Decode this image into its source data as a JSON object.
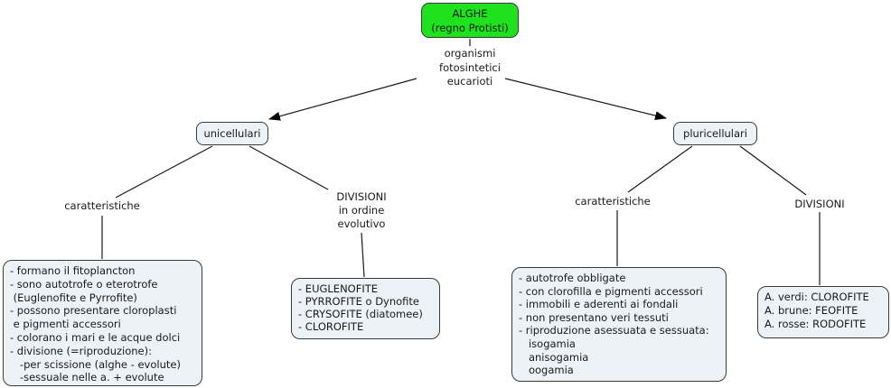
{
  "title": "Concept map: ALGHE (regno Protisti)",
  "colors": {
    "root_fill": "#1ee21e",
    "node_fill": "#ecf2f5",
    "border": "#3a3a3a",
    "text": "#1a1a1a"
  },
  "nodes": {
    "root": "ALGHE\n(regno Protisti)",
    "definition": "organismi\nfotosintetici\neucarioti",
    "unicellulari": "unicellulari",
    "pluricellulari": "pluricellulari",
    "uni_car_label": "caratteristiche",
    "uni_div_label": "DIVISIONI\nin ordine\nevolutivo",
    "pluri_car_label": "caratteristiche",
    "pluri_div_label": "DIVISIONI",
    "uni_caratteristiche": "- formano il fitoplancton\n- sono autotrofe o eterotrofe\n (Euglenofite e Pyrrofite)\n- possono presentare cloroplasti\n e pigmenti accessori\n- colorano i mari e le acque dolci\n- divisione (=riproduzione):\n   -per scissione (alghe - evolute)\n   -sessuale nelle a. + evolute",
    "uni_divisioni": "- EUGLENOFITE\n- PYRROFITE o Dynofite\n- CRYSOFITE (diatomee)\n- CLOROFITE",
    "pluri_caratteristiche": "- autotrofe obbligate\n- con clorofilla e pigmenti accessori\n- immobili e aderenti ai fondali\n- non presentano veri tessuti\n- riproduzione asessuata e sessuata:\n   isogamia\n   anisogamia\n   oogamia",
    "pluri_divisioni": "A. verdi: CLOROFITE\nA. brune: FEOFITE\nA. rosse: RODOFITE"
  },
  "edges": [
    {
      "from": "root",
      "to": "definition",
      "arrow": false
    },
    {
      "from": "definition",
      "to": "unicellulari",
      "arrow": true
    },
    {
      "from": "definition",
      "to": "pluricellulari",
      "arrow": true
    },
    {
      "from": "unicellulari",
      "to": "uni_car_label",
      "arrow": false
    },
    {
      "from": "unicellulari",
      "to": "uni_div_label",
      "arrow": false
    },
    {
      "from": "uni_car_label",
      "to": "uni_caratteristiche",
      "arrow": false
    },
    {
      "from": "uni_div_label",
      "to": "uni_divisioni",
      "arrow": false
    },
    {
      "from": "pluricellulari",
      "to": "pluri_car_label",
      "arrow": false
    },
    {
      "from": "pluricellulari",
      "to": "pluri_div_label",
      "arrow": false
    },
    {
      "from": "pluri_car_label",
      "to": "pluri_caratteristiche",
      "arrow": false
    },
    {
      "from": "pluri_div_label",
      "to": "pluri_divisioni",
      "arrow": false
    }
  ]
}
